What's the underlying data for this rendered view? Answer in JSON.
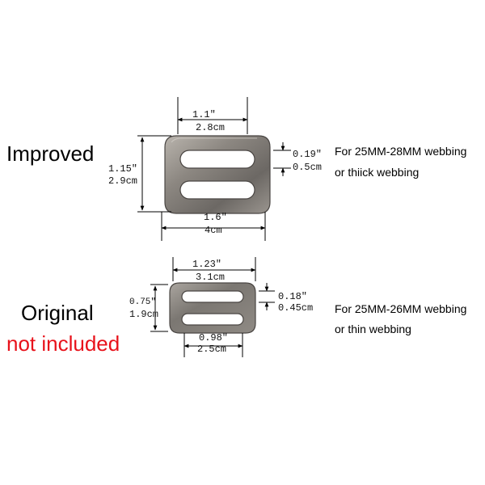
{
  "improved": {
    "heading": "Improved",
    "dimensions": {
      "width_in": "1.1″",
      "width_cm": "2.8cm",
      "height_in": "1.15″",
      "height_cm": "2.9cm",
      "slot_in": "0.19″",
      "slot_cm": "0.5cm",
      "bottom_in": "1.6″",
      "bottom_cm": "4cm"
    },
    "note_line1": "For 25MM-28MM webbing",
    "note_line2": "or thiick webbing"
  },
  "original": {
    "heading": "Original",
    "subheading": "not included",
    "dimensions": {
      "width_in": "1.23″",
      "width_cm": "3.1cm",
      "height_in": "0.75″",
      "height_cm": "1.9cm",
      "slot_in": "0.18″",
      "slot_cm": "0.45cm",
      "bottom_in": "0.98″",
      "bottom_cm": "2.5cm"
    },
    "note_line1": "For 25MM-26MM webbing",
    "note_line2": "or thin webbing"
  },
  "colors": {
    "accent_red": "#e8121b",
    "metal": "#8a8580"
  }
}
